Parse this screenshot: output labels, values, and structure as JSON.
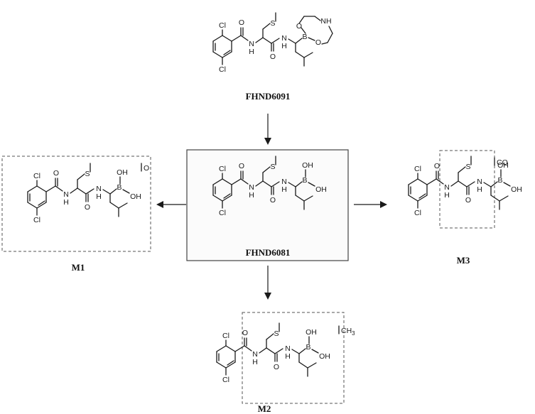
{
  "compounds": {
    "prodrug": {
      "name": "FHND6091",
      "atoms": {
        "cl_top": "Cl",
        "cl_bottom": "Cl",
        "carbonyl_o1": "O",
        "nh1": "N",
        "h1": "H",
        "sulfur": "S",
        "carbonyl_o2": "O",
        "nh2": "N",
        "h2": "H",
        "boron": "B",
        "ring_o1": "O",
        "ring_o2": "O",
        "ring_nh": "NH"
      }
    },
    "parent": {
      "name": "FHND6081",
      "atoms": {
        "cl_top": "Cl",
        "cl_bottom": "Cl",
        "carbonyl_o1": "O",
        "nh1": "N",
        "h1": "H",
        "sulfur": "S",
        "carbonyl_o2": "O",
        "nh2": "N",
        "h2": "H",
        "boron": "B",
        "oh1": "OH",
        "oh2": "OH"
      }
    },
    "m1": {
      "name": "M1",
      "modification": "O"
    },
    "m2": {
      "name": "M2",
      "modification": "CH",
      "modification_sub": "3"
    },
    "m3": {
      "name": "M3",
      "modification": "CO"
    }
  },
  "arrows": [
    {
      "from": "FHND6091",
      "to": "FHND6081"
    },
    {
      "from": "FHND6081",
      "to": "M1"
    },
    {
      "from": "FHND6081",
      "to": "M2"
    },
    {
      "from": "FHND6081",
      "to": "M3"
    }
  ]
}
